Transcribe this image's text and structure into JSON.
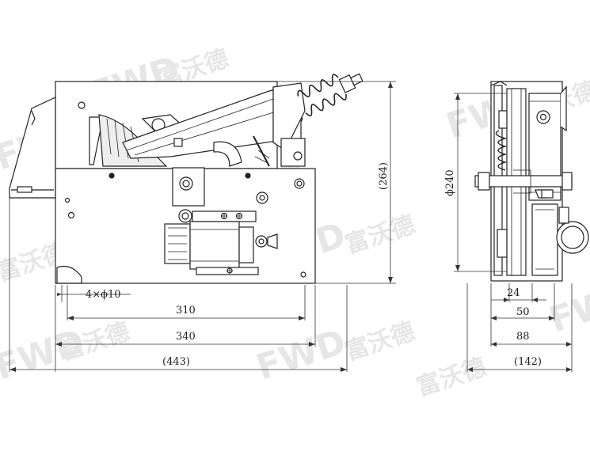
{
  "watermark": {
    "brand_latin": "FWD",
    "brand_cn": "富沃德"
  },
  "side_view": {
    "dims": {
      "hole_spec": "4×ϕ10",
      "d310": "310",
      "d340": "340",
      "d443": "(443)",
      "d264": "(264)"
    }
  },
  "front_view": {
    "dims": {
      "dia240": "ϕ240",
      "d24": "24",
      "d50": "50",
      "d88": "88",
      "d142": "(142)"
    }
  }
}
